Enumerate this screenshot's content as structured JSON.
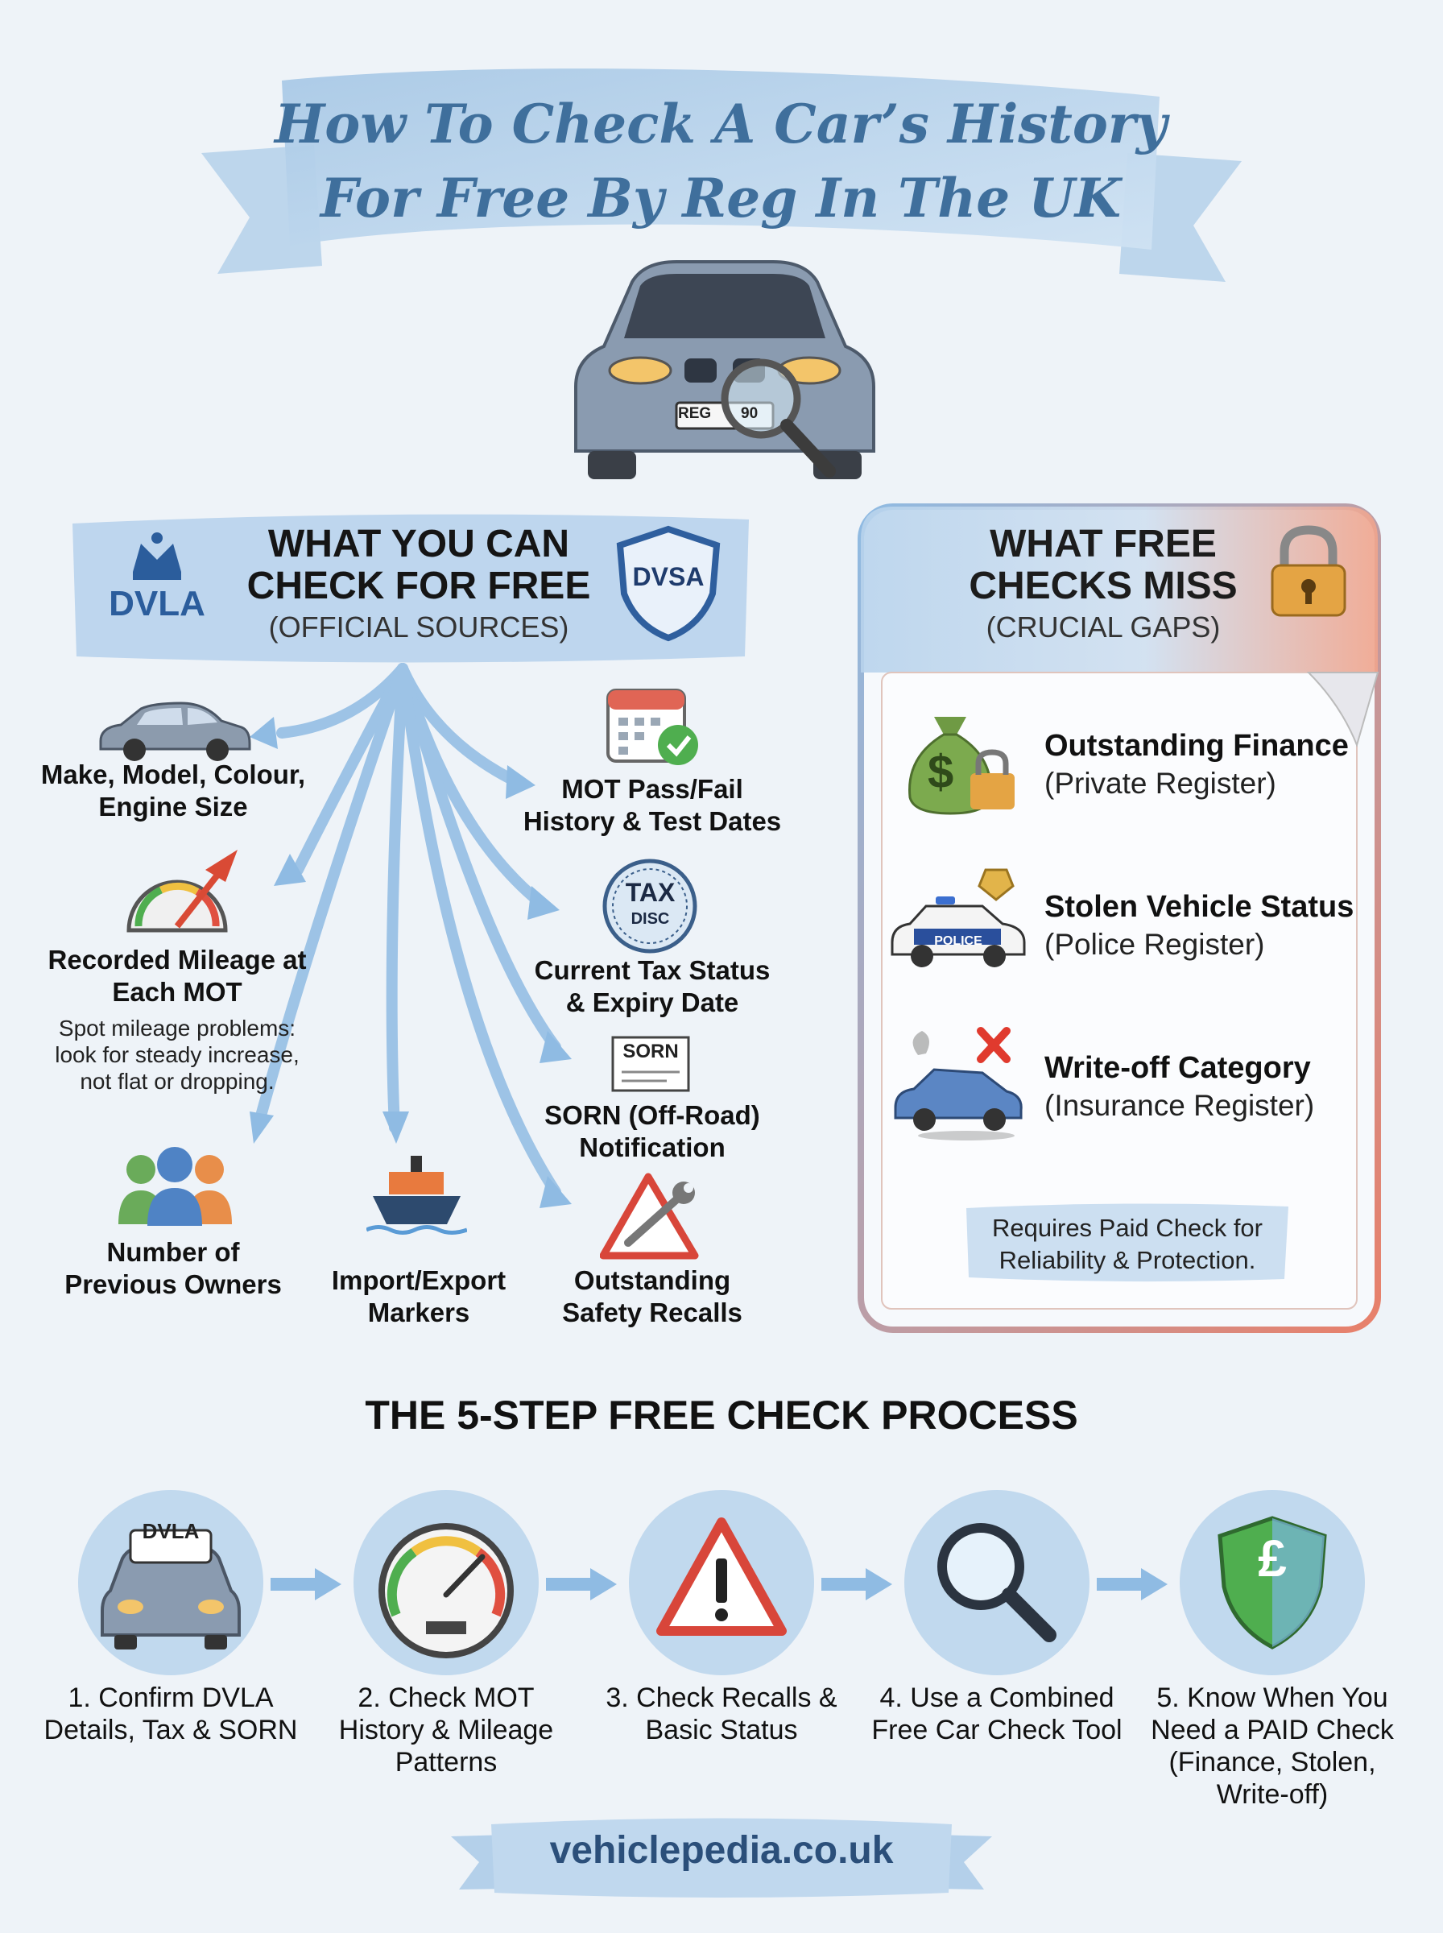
{
  "title": {
    "line1": "How To Check A Car’s History",
    "line2": "For Free By Reg In The UK"
  },
  "hero": {
    "plate_left": "REG",
    "plate_right": "90"
  },
  "free_section": {
    "title": "WHAT YOU CAN CHECK FOR FREE",
    "subtitle": "(OFFICIAL SOURCES)",
    "logo_left": "DVLA",
    "logo_right": "DVSA",
    "items": [
      {
        "id": "make-model",
        "label": "Make, Model, Colour, Engine Size"
      },
      {
        "id": "mot-history",
        "label": "MOT Pass/Fail History & Test Dates"
      },
      {
        "id": "mileage",
        "label": "Recorded Mileage at Each MOT",
        "note": "Spot mileage problems: look for steady increase, not flat or dropping."
      },
      {
        "id": "tax-status",
        "label": "Current Tax Status & Expiry Date",
        "badge_top": "TAX",
        "badge_bottom": "DISC"
      },
      {
        "id": "sorn",
        "label": "SORN (Off-Road) Notification",
        "badge": "SORN"
      },
      {
        "id": "owners",
        "label": "Number of Previous Owners"
      },
      {
        "id": "import-export",
        "label": "Import/Export Markers"
      },
      {
        "id": "recalls",
        "label": "Outstanding Safety Recalls"
      }
    ]
  },
  "miss_section": {
    "title": "WHAT FREE CHECKS MISS",
    "subtitle": "(CRUCIAL GAPS)",
    "items": [
      {
        "id": "finance",
        "label": "Outstanding Finance",
        "sub": "(Private Register)"
      },
      {
        "id": "stolen",
        "label": "Stolen Vehicle Status",
        "sub": "(Police Register)",
        "badge": "POLICE"
      },
      {
        "id": "write-off",
        "label": "Write-off Category",
        "sub": "(Insurance Register)"
      }
    ],
    "note": "Requires Paid Check for Reliability & Protection."
  },
  "process": {
    "title": "THE 5-STEP FREE CHECK PROCESS",
    "steps": [
      {
        "label": "1. Confirm DVLA Details, Tax & SORN",
        "badge": "DVLA"
      },
      {
        "label": "2. Check MOT History & Mileage Patterns"
      },
      {
        "label": "3. Check Recalls & Basic Status"
      },
      {
        "label": "4. Use a Combined Free Car Check Tool"
      },
      {
        "label": "5. Know When You Need a PAID Check (Finance, Stolen, Write-off)",
        "badge": "£"
      }
    ]
  },
  "footer": {
    "site": "vehiclepedia.co.uk"
  },
  "colors": {
    "banner_blue": "#b9d4ec",
    "title_blue": "#3f6f9c",
    "miss_red": "#e8806a",
    "accent_green": "#4fae4f"
  }
}
